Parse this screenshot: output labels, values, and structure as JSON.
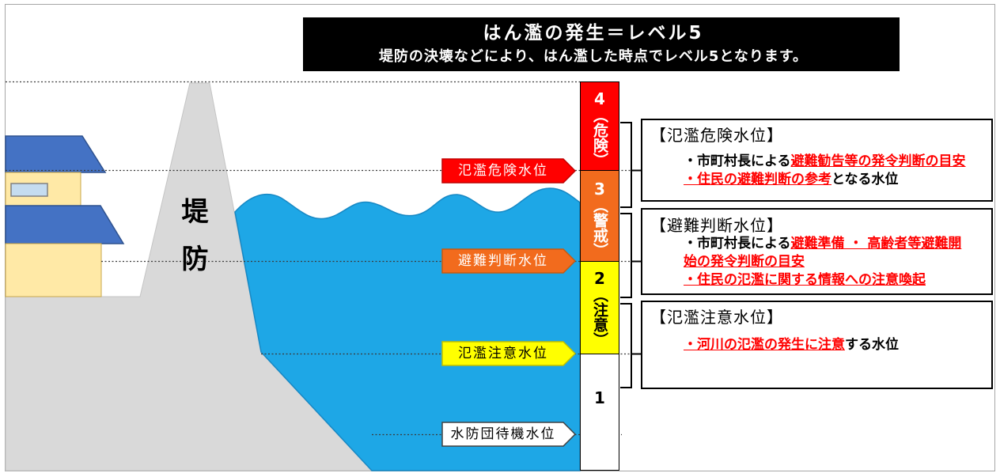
{
  "banner": {
    "title": "はん濫の発生＝レベル5",
    "subtitle": "堤防の決壊などにより、はん濫した時点でレベル5となります。"
  },
  "dike_label": "堤防",
  "levels": [
    {
      "number": "4",
      "label": "（危険）",
      "color": "#ff0000",
      "text_color": "#ffffff"
    },
    {
      "number": "3",
      "label": "（警戒）",
      "color": "#f26b1d",
      "text_color": "#ffffff"
    },
    {
      "number": "2",
      "label": "（注意）",
      "color": "#ffff00",
      "text_color": "#000000"
    },
    {
      "number": "1",
      "color": "#ffffff",
      "text_color": "#000000"
    }
  ],
  "water_level_markers": [
    {
      "label": "氾濫危険水位",
      "fill": "#ff0000",
      "stroke": "#c00000",
      "text_color": "#ffffff"
    },
    {
      "label": "避難判断水位",
      "fill": "#f26b1d",
      "stroke": "#c55a11",
      "text_color": "#ffffff"
    },
    {
      "label": "氾濫注意水位",
      "fill": "#ffff00",
      "stroke": "#bfbf00",
      "text_color": "#000000"
    },
    {
      "label": "水防団待機水位",
      "fill": "#ffffff",
      "stroke": "#404040",
      "text_color": "#000000"
    }
  ],
  "descriptions": [
    {
      "title": "【氾濫危険水位】",
      "lines": [
        [
          {
            "text": "・市町村長による",
            "emphasis": false
          },
          {
            "text": "避難勧告等の発令判断の目安",
            "emphasis": true
          }
        ],
        [
          {
            "text": "・住民の避難判断の参考",
            "emphasis": true
          },
          {
            "text": "となる水位",
            "emphasis": false
          }
        ]
      ]
    },
    {
      "title": "【避難判断水位】",
      "lines": [
        [
          {
            "text": "・市町村長による",
            "emphasis": false
          },
          {
            "text": "避難準備 ・ 高齢者等避難開",
            "emphasis": true
          }
        ],
        [
          {
            "text": "始の発令判断の目安",
            "emphasis": true
          }
        ],
        [
          {
            "text": "・住民の氾濫に関する情報への注意喚起",
            "emphasis": true
          }
        ]
      ]
    },
    {
      "title": "【氾濫注意水位】",
      "lines": [
        [
          {
            "text": "・河川の氾濫の発生に注意",
            "emphasis": true
          },
          {
            "text": "する水位",
            "emphasis": false
          }
        ]
      ]
    }
  ],
  "colors": {
    "emphasis": "#ff0000",
    "water": "#1ea7e6",
    "ground": "#d9d9d9",
    "roof": "#4472c4",
    "wall": "#ffe9a6",
    "window": "#c5dcf0",
    "banner_bg": "#000000",
    "banner_text": "#ffffff"
  }
}
